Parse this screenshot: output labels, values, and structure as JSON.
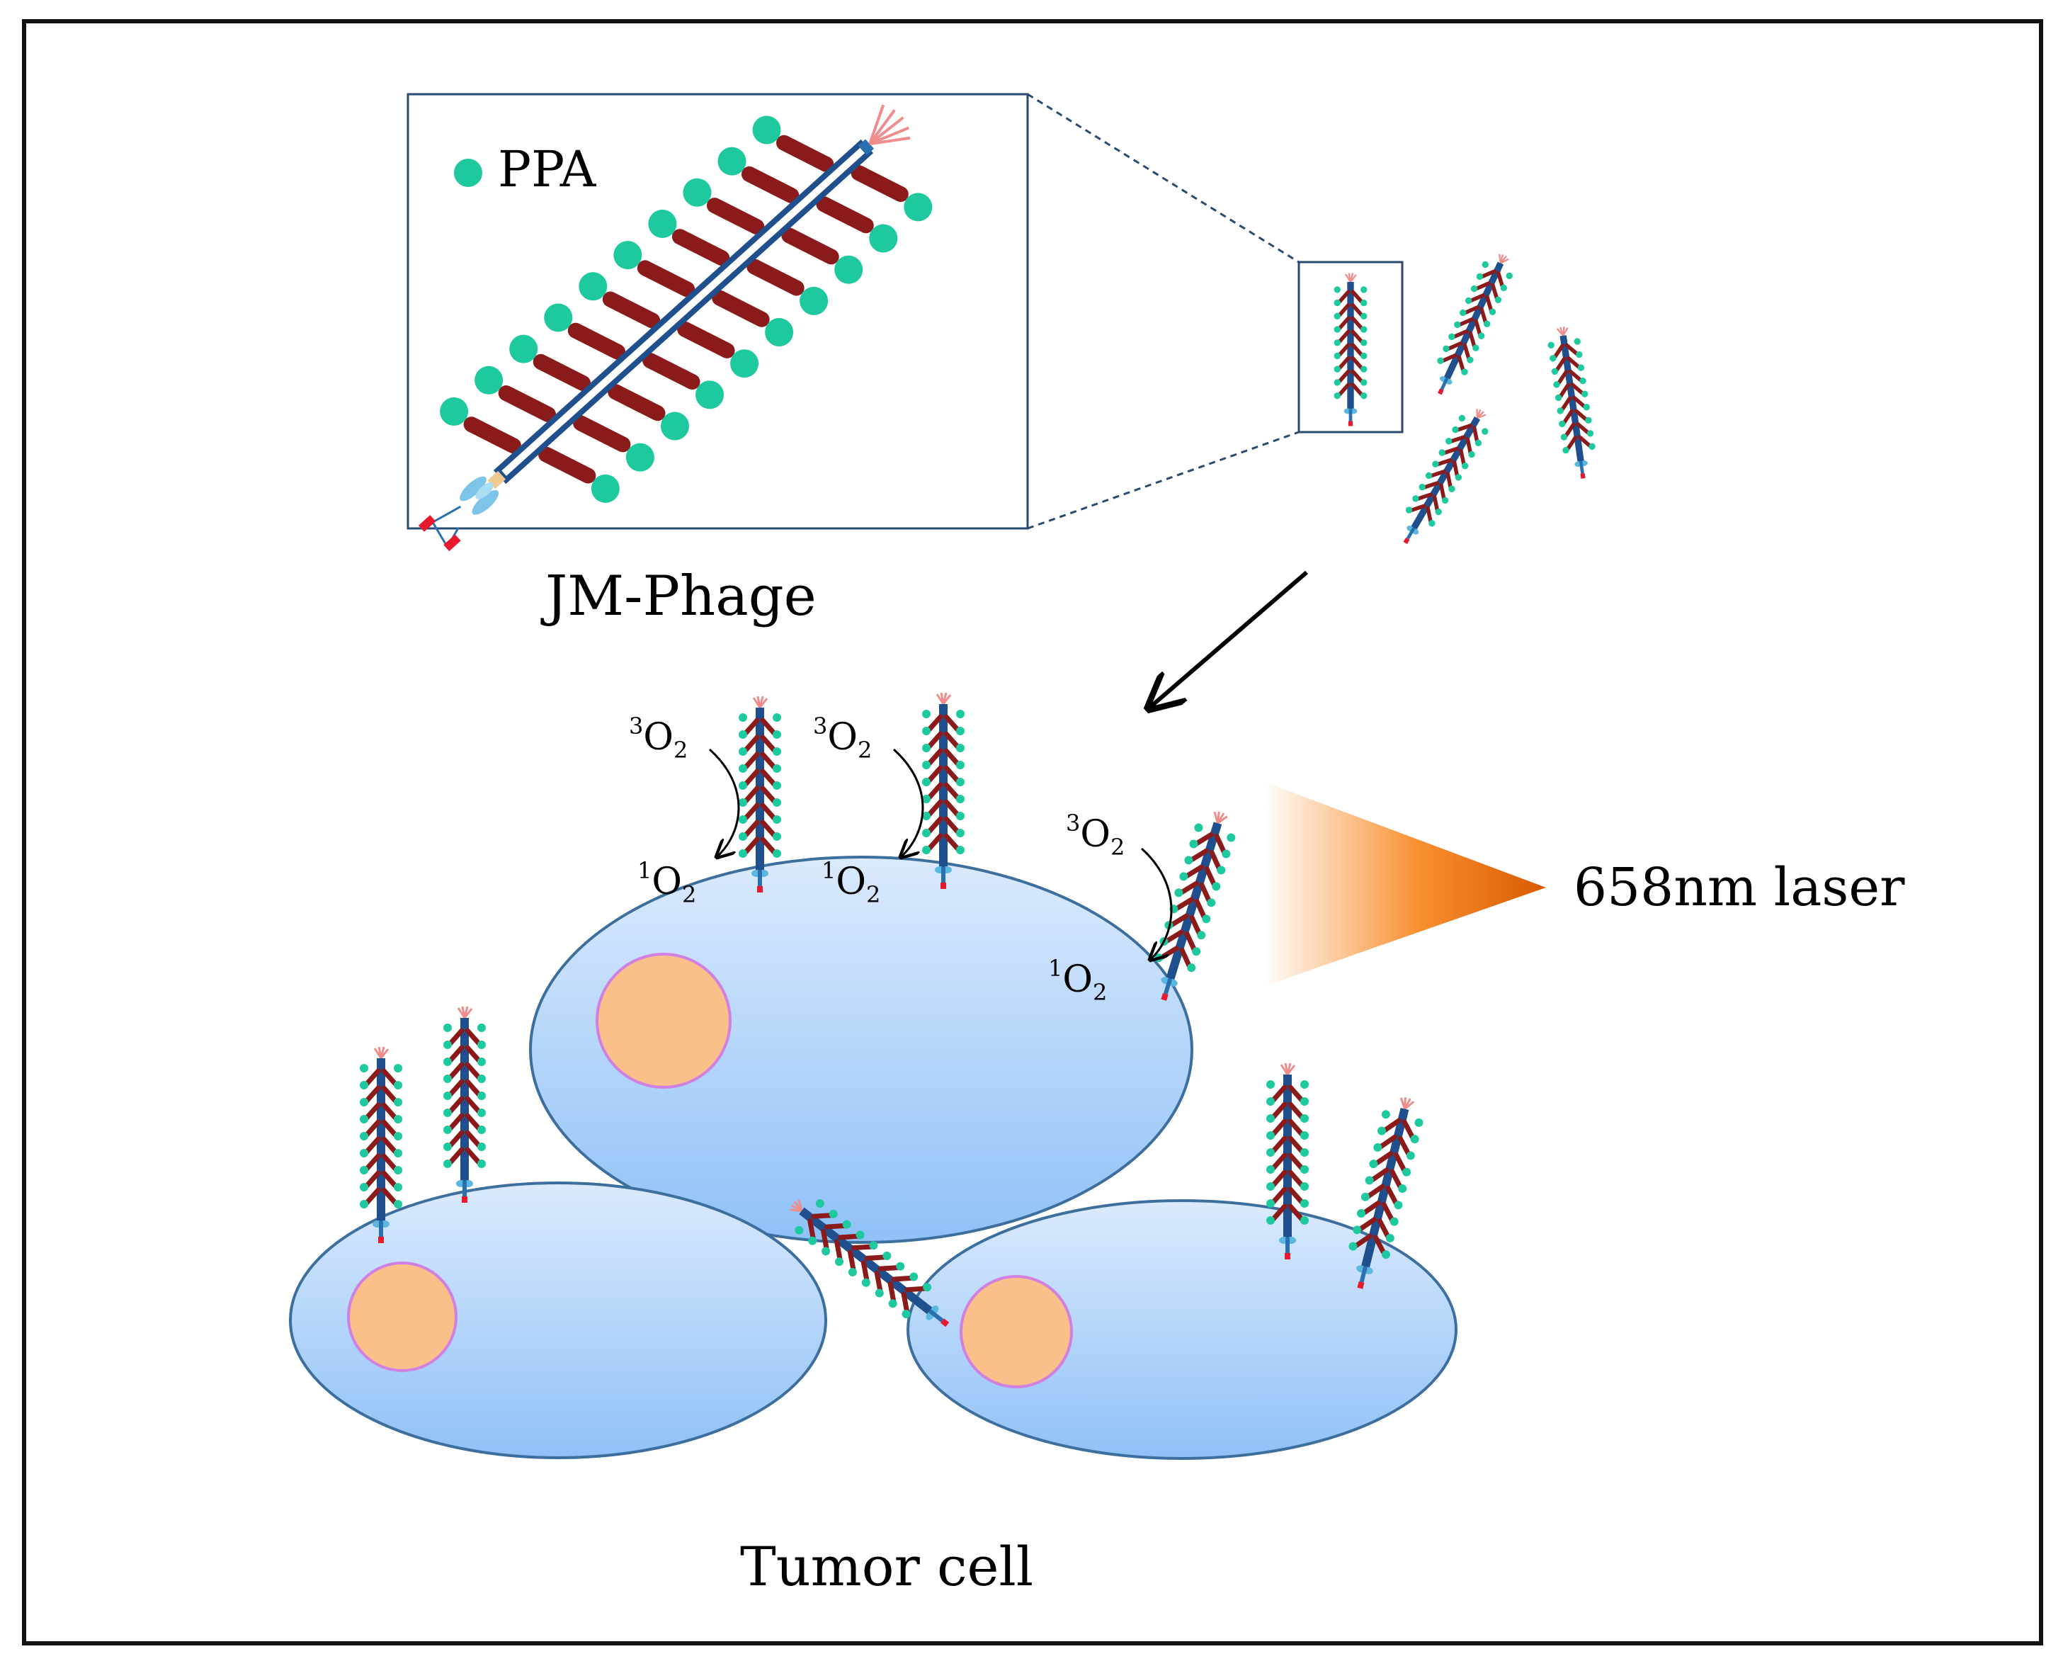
{
  "inset": {
    "legend_label": "PPA",
    "caption": "JM-Phage"
  },
  "reactions": [
    {
      "from_sup": "3",
      "from": "O",
      "from_sub": "2",
      "to_sup": "1",
      "to": "O",
      "to_sub": "2"
    },
    {
      "from_sup": "3",
      "from": "O",
      "from_sub": "2",
      "to_sup": "1",
      "to": "O",
      "to_sub": "2"
    },
    {
      "from_sup": "3",
      "from": "O",
      "from_sub": "2",
      "to_sup": "1",
      "to": "O",
      "to_sub": "2"
    }
  ],
  "laser": {
    "label": "658nm laser",
    "color": "#f07810"
  },
  "cells": {
    "caption": "Tumor cell",
    "fill_top": "#dbeafd",
    "fill_bottom": "#8fc1f7",
    "nucleus_fill": "#fbbf8a",
    "nucleus_edge": "#d080e0"
  },
  "colors": {
    "ppa": "#1ec9a0",
    "subunit": "#8b1a1a",
    "body": "#1f4f8c",
    "accent": "#e8192c"
  }
}
